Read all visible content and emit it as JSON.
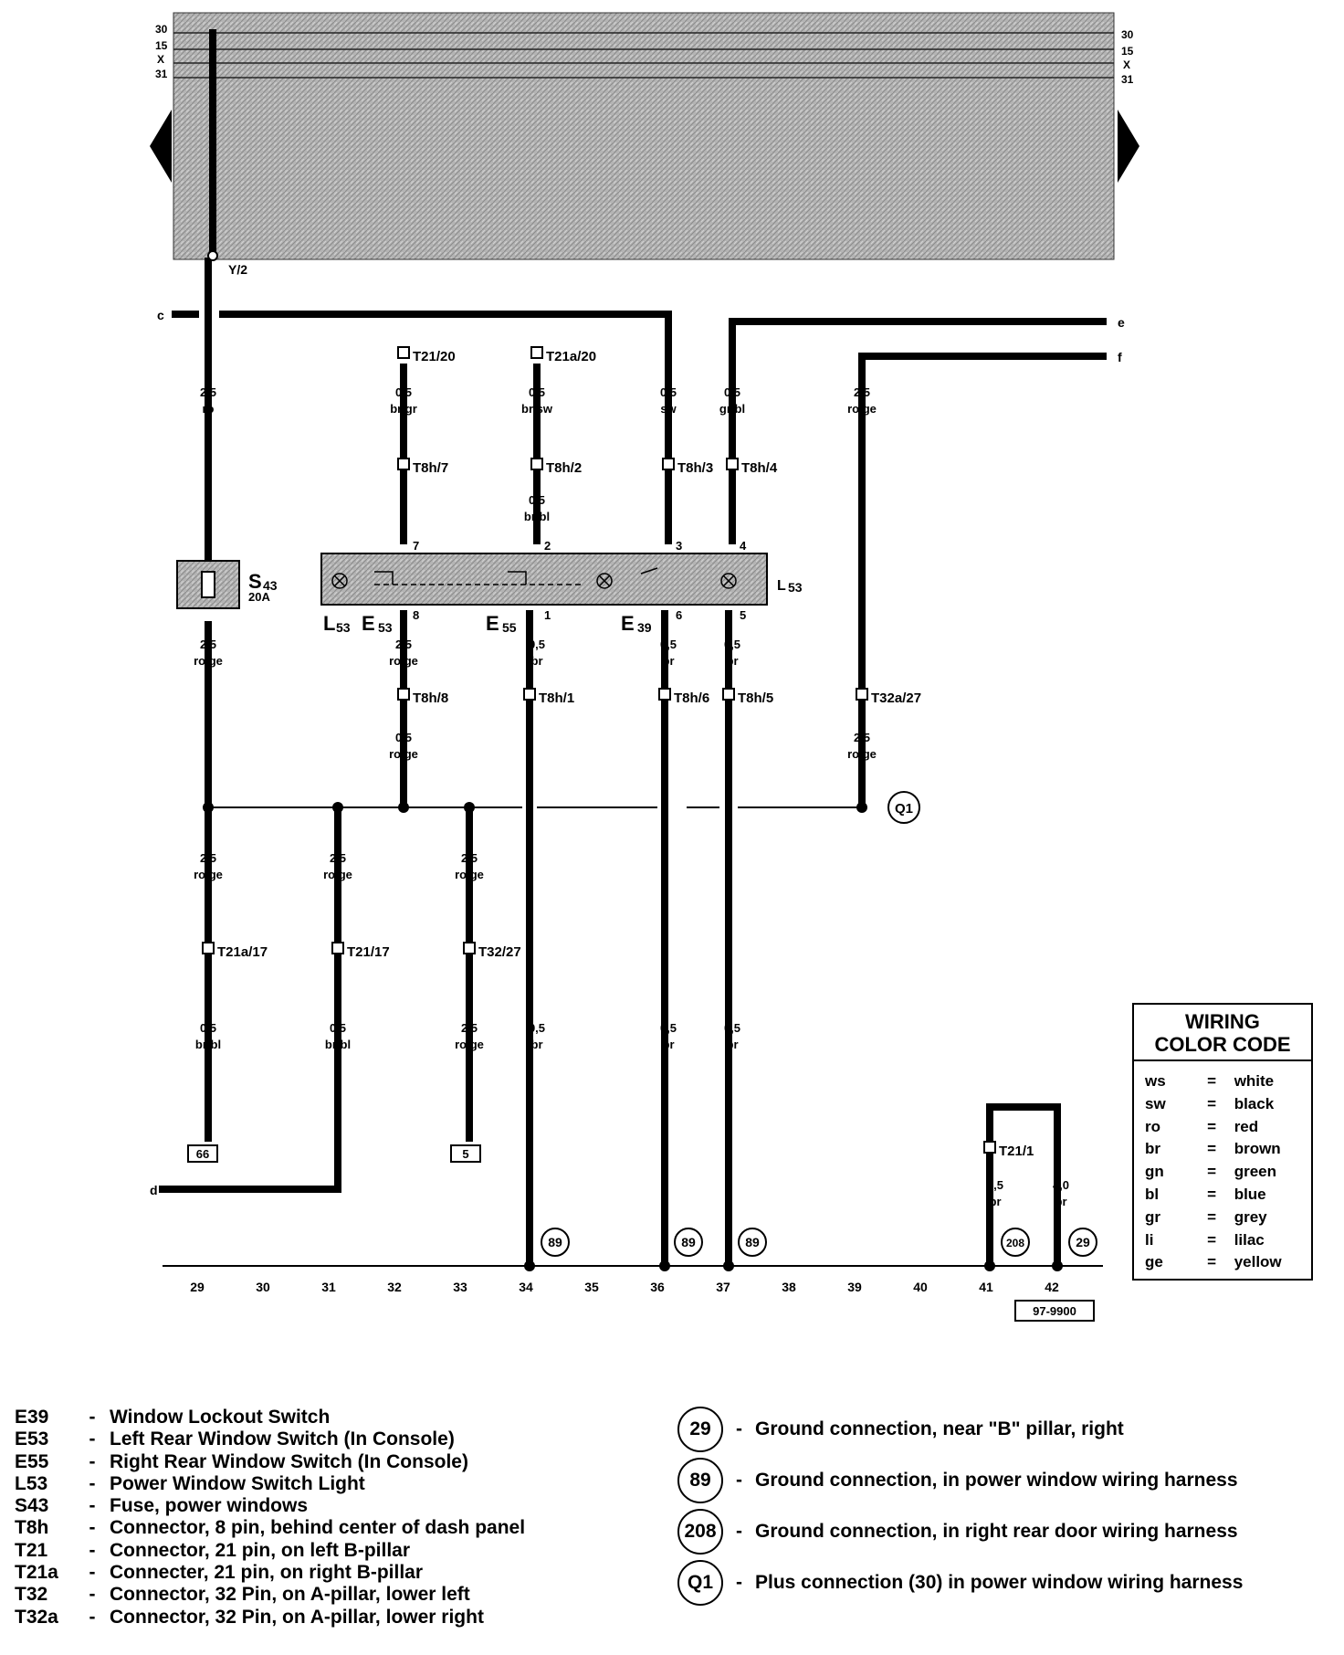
{
  "bus_labels_left": [
    "30",
    "15",
    "X",
    "31"
  ],
  "bus_labels_right": [
    "30",
    "15",
    "X",
    "31"
  ],
  "fuse_panel_point": "Y/2",
  "wire_endpoints": {
    "c": "c",
    "d": "d",
    "e": "e",
    "f": "f"
  },
  "connectors": {
    "t21_20": "T21/20",
    "t21a_20": "T21a/20",
    "t8h_7": "T8h/7",
    "t8h_2": "T8h/2",
    "t8h_3": "T8h/3",
    "t8h_4": "T8h/4",
    "t8h_8": "T8h/8",
    "t8h_1": "T8h/1",
    "t8h_6": "T8h/6",
    "t8h_5": "T8h/5",
    "t32a_27": "T32a/27",
    "t21a_17": "T21a/17",
    "t21_17": "T21/17",
    "t32_27": "T32/27",
    "t21_1": "T21/1"
  },
  "wire_sizes": {
    "w_ro": {
      "size": "2,5",
      "color": "ro"
    },
    "w_brgr": {
      "size": "0,5",
      "color": "br/gr"
    },
    "w_brsw": {
      "size": "0,5",
      "color": "br/sw"
    },
    "w_sw": {
      "size": "0,5",
      "color": "sw"
    },
    "w_grbl": {
      "size": "0,5",
      "color": "gr/bl"
    },
    "w_roge_f": {
      "size": "2,5",
      "color": "ro/ge"
    },
    "w_brbl_mid": {
      "size": "0,5",
      "color": "br/bl"
    },
    "w_roge_s43": {
      "size": "2,5",
      "color": "ro/ge"
    },
    "w_roge_e53": {
      "size": "2,5",
      "color": "ro/ge"
    },
    "w_br_e55": {
      "size": "0,5",
      "color": "br"
    },
    "w_br_e39": {
      "size": "0,5",
      "color": "br"
    },
    "w_br_l53": {
      "size": "0,5",
      "color": "br"
    },
    "w_roge_t8h8": {
      "size": "0,5",
      "color": "ro/ge"
    },
    "w_roge_t32a": {
      "size": "2,5",
      "color": "ro/ge"
    },
    "w_roge_29": {
      "size": "2,5",
      "color": "ro/ge"
    },
    "w_roge_31": {
      "size": "2,5",
      "color": "ro/ge"
    },
    "w_roge_33": {
      "size": "2,5",
      "color": "ro/ge"
    },
    "w_brbl_29": {
      "size": "0,5",
      "color": "br/bl"
    },
    "w_brbl_31": {
      "size": "0,5",
      "color": "br/bl"
    },
    "w_roge_33b": {
      "size": "2,5",
      "color": "ro/ge"
    },
    "w_br_34": {
      "size": "0,5",
      "color": "br"
    },
    "w_br_36": {
      "size": "0,5",
      "color": "br"
    },
    "w_br_37": {
      "size": "0,5",
      "color": "br"
    },
    "w_br_41": {
      "size": "2,5",
      "color": "br"
    },
    "w_br_42": {
      "size": "4,0",
      "color": "br"
    }
  },
  "components": {
    "s43_name": "S",
    "s43_sub": "43",
    "s43_rating": "20A",
    "l53_name": "L",
    "l53_sub": "53",
    "l53_left": "L",
    "l53_left_sub": "53",
    "e53_name": "E",
    "e53_sub": "53",
    "e55_name": "E",
    "e55_sub": "55",
    "e39_name": "E",
    "e39_sub": "39"
  },
  "pins": [
    "7",
    "2",
    "3",
    "4",
    "8",
    "1",
    "6",
    "5"
  ],
  "plus_connection": "Q1",
  "ground_points": [
    "89",
    "89",
    "89",
    "208",
    "29"
  ],
  "continuation_boxes": [
    "66",
    "5"
  ],
  "grid_numbers": [
    "29",
    "30",
    "31",
    "32",
    "33",
    "34",
    "35",
    "36",
    "37",
    "38",
    "39",
    "40",
    "41",
    "42"
  ],
  "diagram_id": "97-9900",
  "color_code": {
    "title_line1": "WIRING",
    "title_line2": "COLOR CODE",
    "entries": [
      {
        "code": "ws",
        "eq": "=",
        "name": "white"
      },
      {
        "code": "sw",
        "eq": "=",
        "name": "black"
      },
      {
        "code": "ro",
        "eq": "=",
        "name": "red"
      },
      {
        "code": "br",
        "eq": "=",
        "name": "brown"
      },
      {
        "code": "gn",
        "eq": "=",
        "name": "green"
      },
      {
        "code": "bl",
        "eq": "=",
        "name": "blue"
      },
      {
        "code": "gr",
        "eq": "=",
        "name": "grey"
      },
      {
        "code": "li",
        "eq": "=",
        "name": "lilac"
      },
      {
        "code": "ge",
        "eq": "=",
        "name": "yellow"
      }
    ]
  },
  "component_legend": [
    {
      "code": "E39",
      "dash": "-",
      "desc": "Window Lockout Switch"
    },
    {
      "code": "E53",
      "dash": "-",
      "desc": "Left Rear Window Switch (In Console)"
    },
    {
      "code": "E55",
      "dash": "-",
      "desc": "Right Rear Window Switch (In Console)"
    },
    {
      "code": "L53",
      "dash": "-",
      "desc": "Power Window Switch Light"
    },
    {
      "code": "S43",
      "dash": "-",
      "desc": "Fuse, power windows"
    },
    {
      "code": "T8h",
      "dash": "-",
      "desc": "Connector, 8 pin, behind center of dash panel"
    },
    {
      "code": "T21",
      "dash": "-",
      "desc": "Connector, 21 pin, on left B-pillar"
    },
    {
      "code": "T21a",
      "dash": "-",
      "desc": "Connecter, 21 pin, on right B-pillar"
    },
    {
      "code": "T32",
      "dash": "-",
      "desc": "Connector, 32 Pin, on A-pillar, lower left"
    },
    {
      "code": "T32a",
      "dash": "-",
      "desc": "Connector, 32 Pin, on A-pillar, lower right"
    }
  ],
  "ground_legend": [
    {
      "symbol": "29",
      "dash": "-",
      "desc": "Ground connection, near \"B\" pillar, right"
    },
    {
      "symbol": "89",
      "dash": "-",
      "desc": "Ground connection, in power window wiring harness"
    },
    {
      "symbol": "208",
      "dash": "-",
      "desc": "Ground connection, in right rear door wiring harness"
    },
    {
      "symbol": "Q1",
      "dash": "-",
      "desc": "Plus connection (30) in power window wiring harness"
    }
  ]
}
